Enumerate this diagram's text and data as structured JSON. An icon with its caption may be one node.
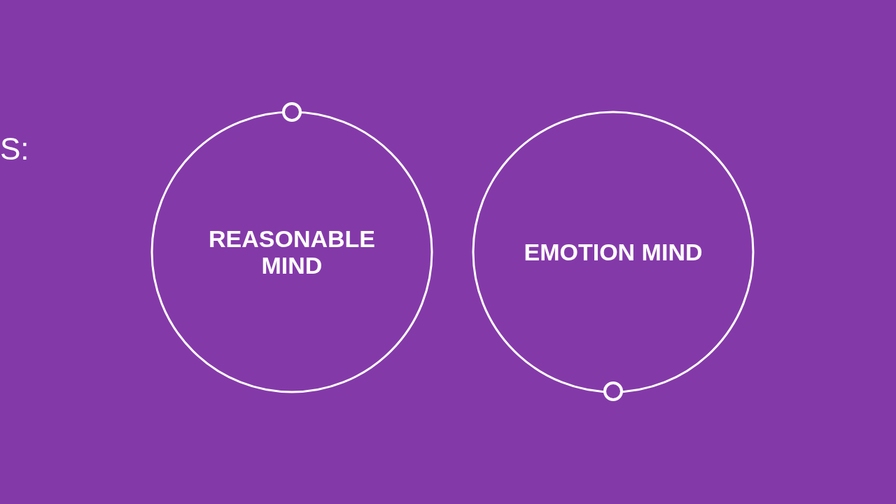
{
  "diagram": {
    "nodes": [
      {
        "text": [
          "REASONABLE MIND"
        ]
      },
      {
        "text": [
          "EMOTION MIND"
        ]
      }
    ],
    "labels": [
      "S:"
    ]
  }
}
